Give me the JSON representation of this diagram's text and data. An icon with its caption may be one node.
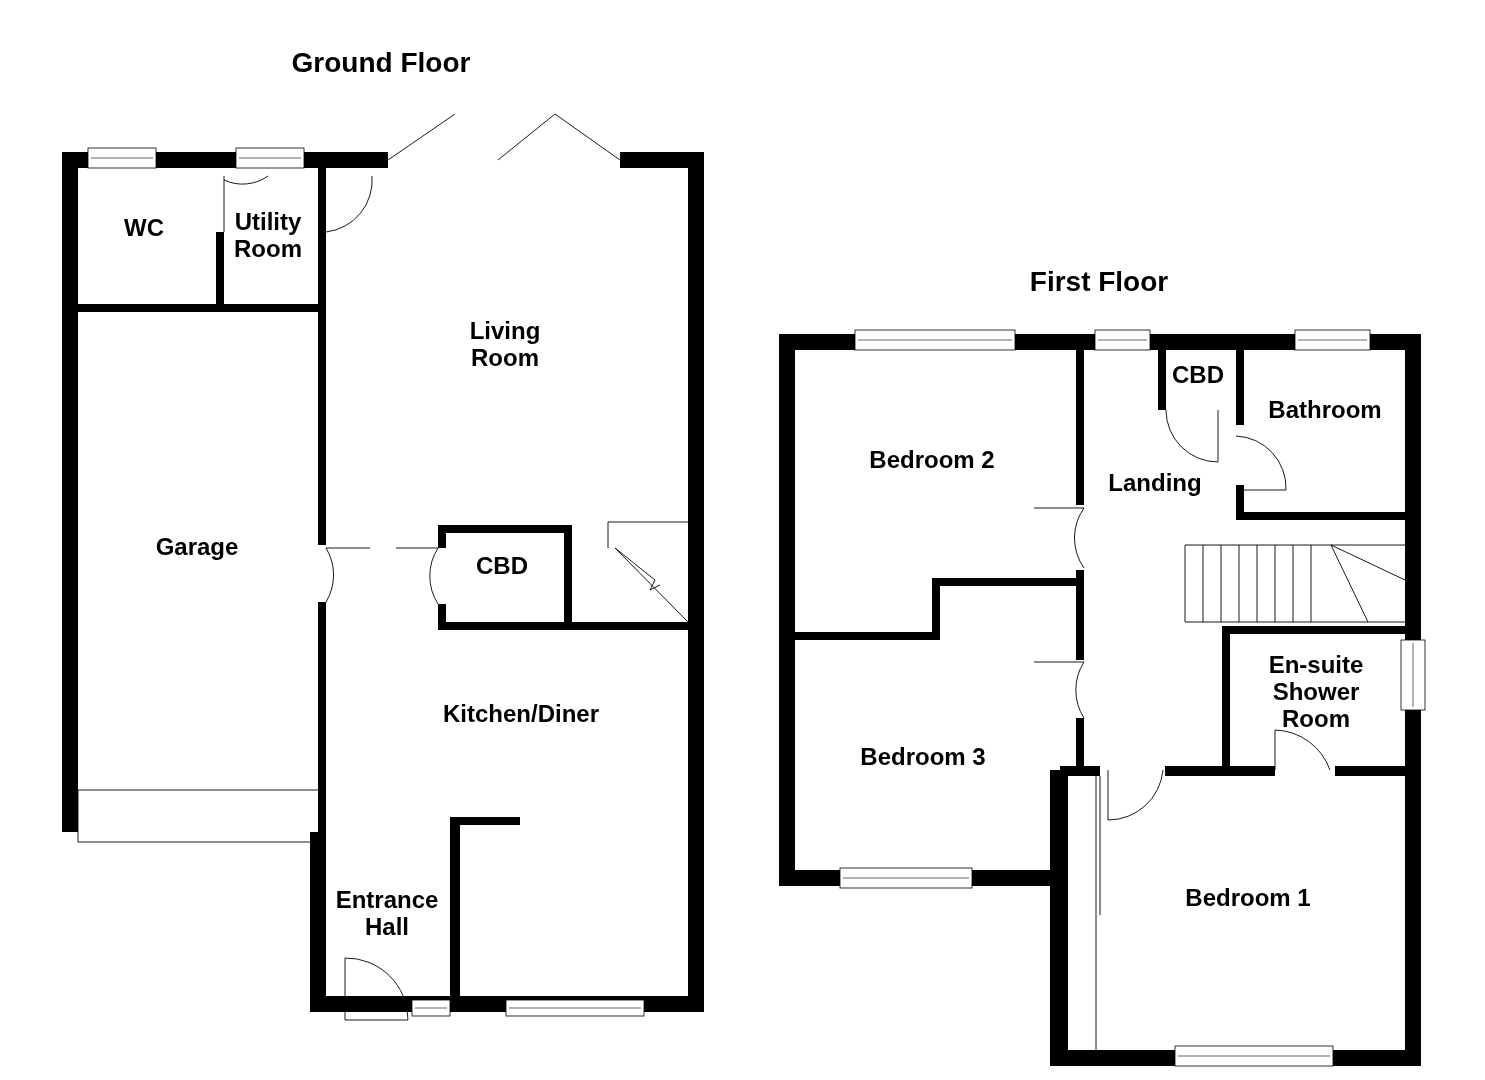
{
  "diagram": {
    "labels": [
      "Ground Floor",
      "WC",
      "Utility Room",
      "Living Room",
      "Garage",
      "CBD",
      "Kitchen/Diner",
      "Entrance Hall",
      "First Floor",
      "CBD",
      "Bathroom",
      "Bedroom 2",
      "Landing",
      "En-suite Shower Room",
      "Bedroom 3",
      "Bedroom 1"
    ]
  }
}
